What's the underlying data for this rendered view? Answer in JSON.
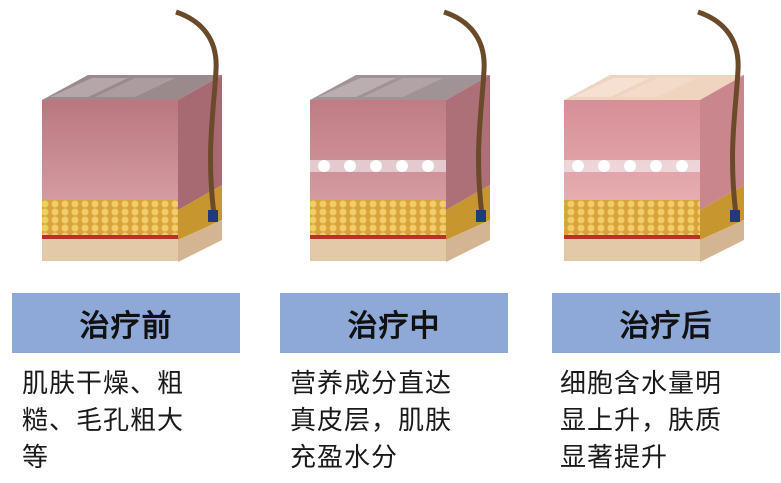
{
  "panels": [
    {
      "label": "治疗前",
      "description": "肌肤干燥、粗\n糙、毛孔粗大\n等",
      "state": "before",
      "skin_color": "#c98a8e"
    },
    {
      "label": "治疗中",
      "description": "营养成分直达\n真皮层，肌肤\n充盈水分",
      "state": "during",
      "skin_color": "#c98a8e"
    },
    {
      "label": "治疗后",
      "description": "细胞含水量明\n显上升，肤质\n显著提升",
      "state": "after",
      "skin_color": "#e2a4a6"
    }
  ],
  "colors": {
    "label_bar": "#8ea9d8",
    "fat_layer": "#e6b84a",
    "hair": "#6b4a2a"
  }
}
